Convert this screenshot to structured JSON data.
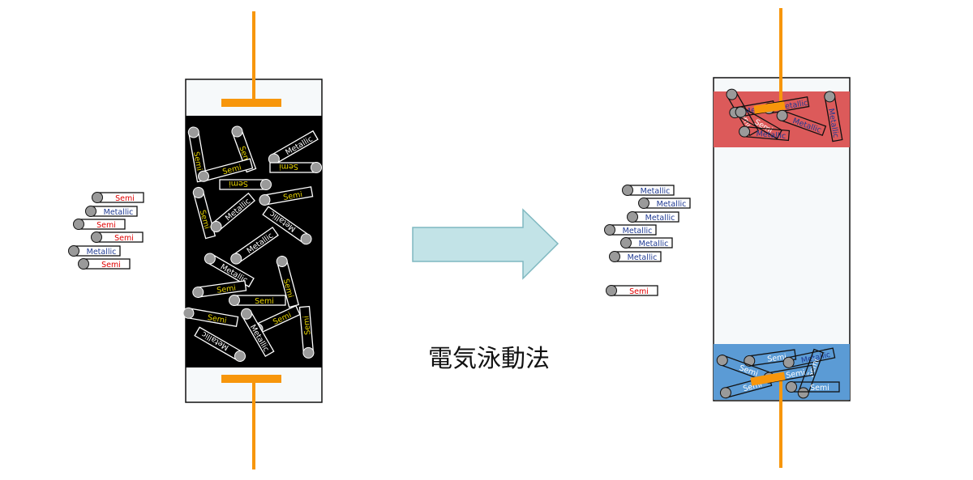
{
  "caption": "電気泳動法",
  "labels": {
    "semi": "Semi",
    "metallic": "Metallic"
  },
  "colors": {
    "electrode": "#f7960b",
    "tube_border": "#111111",
    "tube_fill": "#f6f9fa",
    "dispersion": "#000000",
    "anode_band": "#dc5a5a",
    "cathode_band": "#5b9bd5",
    "arrow_fill": "#c2e3e7",
    "arrow_stroke": "#7fb8c0",
    "cap_gray": "#9a9a9a",
    "semi_legend": "#e00000",
    "metallic_legend": "#1f3a93",
    "dispersion_label": "#e8d400"
  },
  "left_legend": {
    "items": [
      {
        "type": "semi"
      },
      {
        "type": "metallic"
      },
      {
        "type": "semi"
      },
      {
        "type": "semi"
      },
      {
        "type": "metallic"
      },
      {
        "type": "semi"
      }
    ]
  },
  "right_legend": {
    "items": [
      {
        "type": "metallic"
      },
      {
        "type": "metallic"
      },
      {
        "type": "metallic"
      },
      {
        "type": "metallic"
      },
      {
        "type": "metallic"
      },
      {
        "type": "metallic"
      },
      {
        "type": "semi"
      }
    ]
  }
}
